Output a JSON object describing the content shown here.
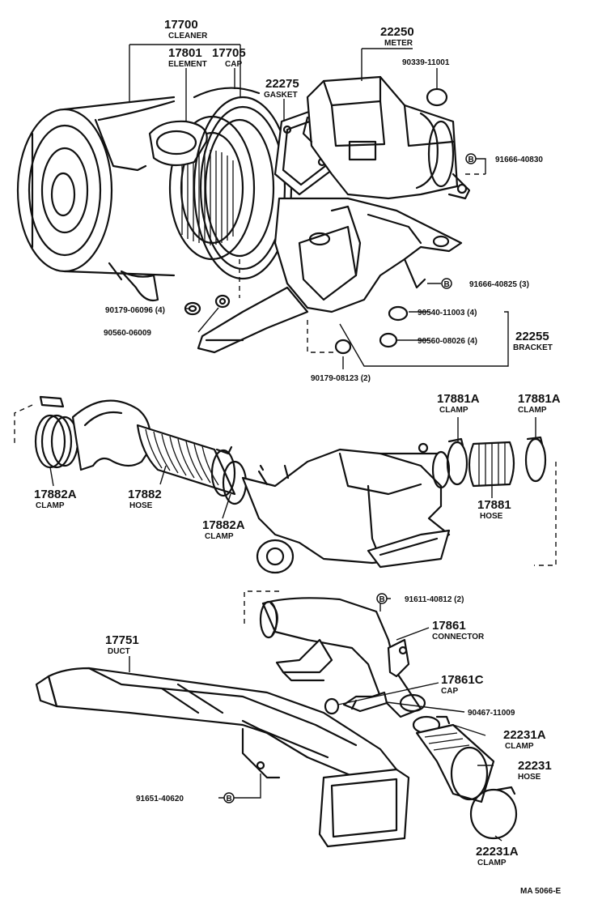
{
  "callouts": {
    "c17700": {
      "number": "17700",
      "name": "CLEANER"
    },
    "c17801": {
      "number": "17801",
      "name": "ELEMENT"
    },
    "c17705": {
      "number": "17705",
      "name": "CAP"
    },
    "c22250": {
      "number": "22250",
      "name": "METER"
    },
    "c22275": {
      "number": "22275",
      "name": "GASKET"
    },
    "c22255": {
      "number": "22255",
      "name": "BRACKET"
    },
    "c17881A_left": {
      "number": "17881A",
      "name": "CLAMP"
    },
    "c17881A_right": {
      "number": "17881A",
      "name": "CLAMP"
    },
    "c17882A_top": {
      "number": "17882A",
      "name": "CLAMP"
    },
    "c17882": {
      "number": "17882",
      "name": "HOSE"
    },
    "c17882A_bottom": {
      "number": "17882A",
      "name": "CLAMP"
    },
    "c17881": {
      "number": "17881",
      "name": "HOSE"
    },
    "c17751": {
      "number": "17751",
      "name": "DUCT"
    },
    "c17861": {
      "number": "17861",
      "name": "CONNECTOR"
    },
    "c17861C": {
      "number": "17861C",
      "name": "CAP"
    },
    "c22231A_top": {
      "number": "22231A",
      "name": "CLAMP"
    },
    "c22231": {
      "number": "22231",
      "name": "HOSE"
    },
    "c22231A_bottom": {
      "number": "22231A",
      "name": "CLAMP"
    }
  },
  "bolts": {
    "b90339": "90339-11001",
    "b91666_40830": "91666-40830",
    "b91666_40825": "91666-40825 (3)",
    "b90540": "90540-11003 (4)",
    "b90560_08026": "90560-08026 (4)",
    "b90179_06096": "90179-06096 (4)",
    "b90560_06009": "90560-06009",
    "b90179_08123": "90179-08123 (2)",
    "b91611": "91611-40812 (2)",
    "b90467": "90467-11009",
    "b91651": "91651-40620"
  },
  "bolt_marker": "B",
  "drawing_code": "MA  5066-E"
}
